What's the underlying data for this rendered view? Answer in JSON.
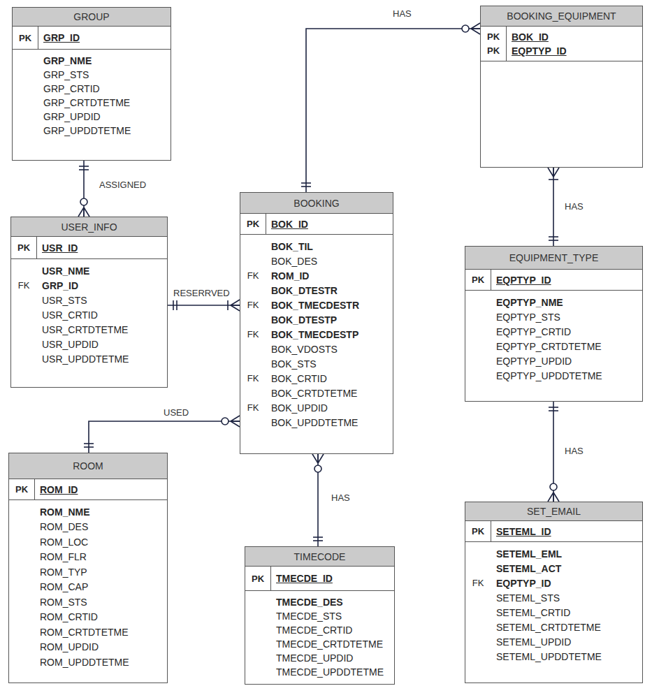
{
  "diagram": {
    "nodes": [
      {
        "text": [
          "GROUP",
          "PK",
          "GRP_ID",
          "GRP_NME",
          "GRP_STS",
          "GRP_CRTID",
          "GRP_CRTDTETME",
          "GRP_UPDID",
          "GRP_UPDDTETME"
        ]
      },
      {
        "text": [
          "BOOKING_EQUIPMENT",
          "PK",
          "BOK_ID",
          "PK",
          "EQPTYP_ID"
        ]
      },
      {
        "text": [
          "BOOKING",
          "PK",
          "BOK_ID",
          "BOK_TIL",
          "BOK_DES",
          "FK",
          "ROM_ID",
          "BOK_DTESTR",
          "FK",
          "BOK_TMECDESTR",
          "BOK_DTESTP",
          "FK",
          "BOK_TMECDESTP",
          "BOK_VDOSTS",
          "BOK_STS",
          "FK",
          "BOK_CRTID",
          "BOK_CRTDTETME",
          "FK",
          "BOK_UPDID",
          "BOK_UPDDTETME"
        ]
      },
      {
        "text": [
          "USER_INFO",
          "PK",
          "USR_ID",
          "USR_NME",
          "FK",
          "GRP_ID",
          "USR_STS",
          "USR_CRTID",
          "USR_CRTDTETME",
          "USR_UPDID",
          "USR_UPDDTETME"
        ]
      },
      {
        "text": [
          "EQUIPMENT_TYPE",
          "PK",
          "EQPTYP_ID",
          "EQPTYP_NME",
          "EQPTYP_STS",
          "EQPTYP_CRTID",
          "EQPTYP_CRTDTETME",
          "EQPTYP_UPDID",
          "EQPTYP_UPDDTETME"
        ]
      },
      {
        "text": [
          "ROOM",
          "PK",
          "ROM_ID",
          "ROM_NME",
          "ROM_DES",
          "ROM_LOC",
          "ROM_FLR",
          "ROM_TYP",
          "ROM_CAP",
          "ROM_STS",
          "ROM_CRTID",
          "ROM_CRTDTETME",
          "ROM_UPDID",
          "ROM_UPDDTETME"
        ]
      },
      {
        "text": [
          "TIMECODE",
          "PK",
          "TMECDE_ID",
          "TMECDE_DES",
          "TMECDE_STS",
          "TMECDE_CRTID",
          "TMECDE_CRTDTETME",
          "TMECDE_UPDID",
          "TMECDE_UPDDTETME"
        ]
      },
      {
        "text": [
          "SET_EMAIL",
          "PK",
          "SETEML_ID",
          "SETEML_EML",
          "SETEML_ACT",
          "FK",
          "EQPTYP_ID",
          "SETEML_STS",
          "SETEML_CRTID",
          "SETEML_CRTDTETME",
          "SETEML_UPDID",
          "SETEML_UPDDTETME"
        ]
      }
    ],
    "edges": [
      {
        "from": 0,
        "to": 3,
        "label": "ASSIGNED",
        "arrow": "both"
      },
      {
        "from": 2,
        "to": 1,
        "label": "HAS",
        "arrow": "both"
      },
      {
        "from": 1,
        "to": 4,
        "label": "HAS",
        "arrow": "both"
      },
      {
        "from": 3,
        "to": 2,
        "label": "RESERRVED",
        "arrow": "both"
      },
      {
        "from": 5,
        "to": 2,
        "label": "USED",
        "arrow": "both"
      },
      {
        "from": 2,
        "to": 6,
        "label": "HAS",
        "arrow": "both"
      },
      {
        "from": 4,
        "to": 7,
        "label": "HAS",
        "arrow": "both"
      }
    ]
  }
}
